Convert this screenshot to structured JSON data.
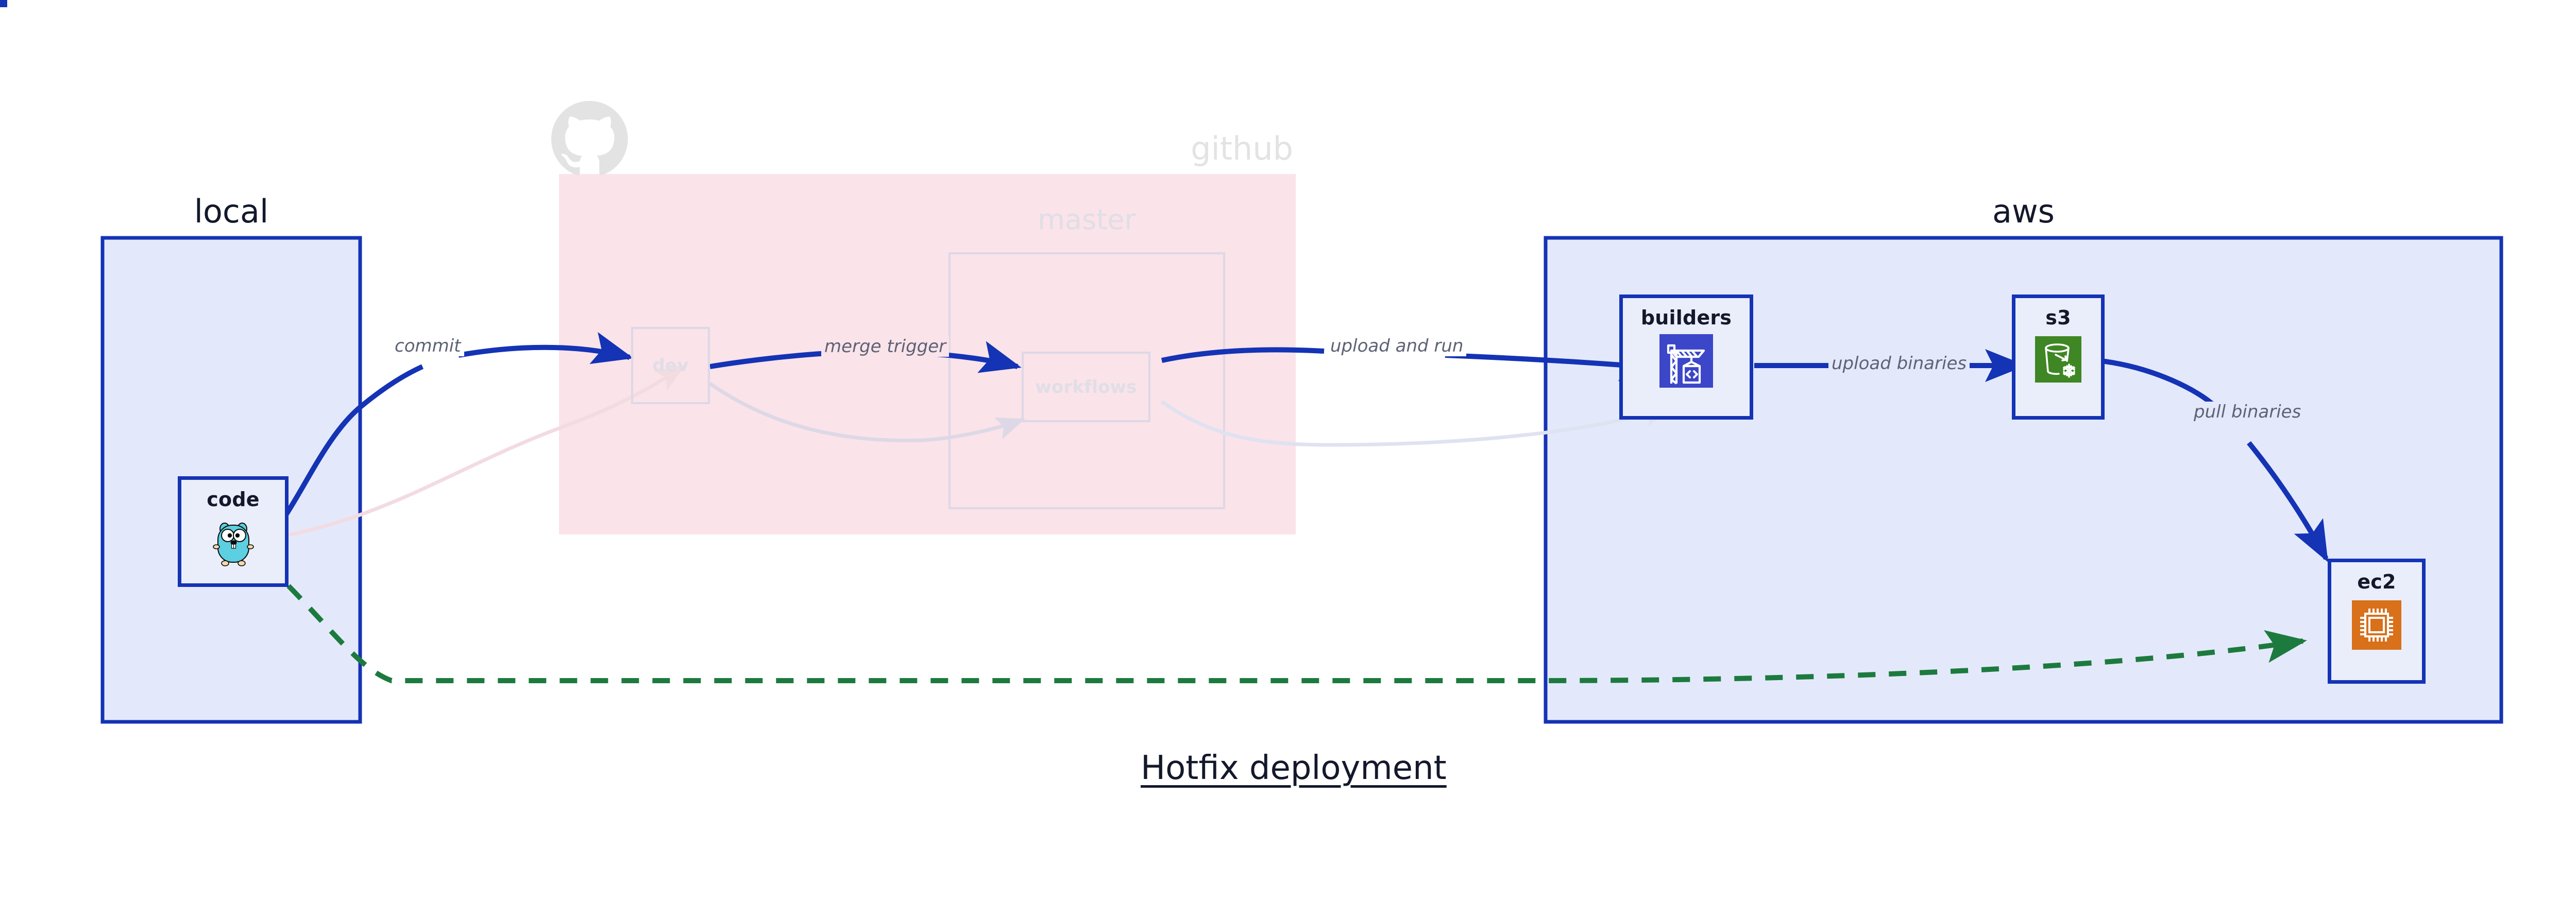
{
  "diagram": {
    "title": "Hotfix deployment",
    "background": "#ffffff",
    "accent_blue": "#1433b5",
    "accent_green": "#1d7a3e",
    "cluster_blue_fill": "#e3e9fb",
    "cluster_pink_fill": "#fae3e9",
    "label_grey": "#5d6275",
    "faded_grey": "#e3e3e3"
  },
  "clusters": [
    {
      "id": "local",
      "label": "local",
      "state": "active",
      "fill": "#e3e9fb",
      "stroke": "#1433b5"
    },
    {
      "id": "github",
      "label": "github",
      "state": "faded",
      "fill": "#fae3e9",
      "stroke": "none",
      "logo_icon": "github-octocat-icon",
      "sub_clusters": [
        {
          "id": "master",
          "label": "master",
          "state": "faded",
          "stroke": "#ddd8e6"
        }
      ]
    },
    {
      "id": "aws",
      "label": "aws",
      "state": "active",
      "fill": "#e3e9fb",
      "stroke": "#1433b5"
    }
  ],
  "nodes": [
    {
      "id": "code",
      "label": "code",
      "cluster": "local",
      "state": "active",
      "icon": "go-gopher-icon",
      "icon_color": "#5ccfe0"
    },
    {
      "id": "dev",
      "label": "dev",
      "cluster": "github",
      "state": "faded",
      "icon": "none"
    },
    {
      "id": "workflows",
      "label": "workflows",
      "cluster": "master",
      "state": "faded",
      "icon": "none"
    },
    {
      "id": "builders",
      "label": "builders",
      "cluster": "aws",
      "state": "active",
      "icon": "crane-builder-icon",
      "icon_color": "#3c46c8"
    },
    {
      "id": "s3",
      "label": "s3",
      "cluster": "aws",
      "state": "active",
      "icon": "s3-glacier-bucket-icon",
      "icon_color": "#3f8624"
    },
    {
      "id": "ec2",
      "label": "ec2",
      "cluster": "aws",
      "state": "active",
      "icon": "ec2-cpu-chip-icon",
      "icon_color": "#d9701a"
    }
  ],
  "edges": [
    {
      "id": "commit",
      "from": "code",
      "to": "dev",
      "label": "commit",
      "style": "solid",
      "color": "#1433b5",
      "state": "active"
    },
    {
      "id": "merge-trigger",
      "from": "dev",
      "to": "workflows",
      "label": "merge trigger",
      "style": "solid",
      "color": "#1433b5",
      "state": "active"
    },
    {
      "id": "upload-and-run",
      "from": "workflows",
      "to": "builders",
      "label": "upload and run",
      "style": "solid",
      "color": "#1433b5",
      "state": "active"
    },
    {
      "id": "upload-binaries",
      "from": "builders",
      "to": "s3",
      "label": "upload binaries",
      "style": "solid",
      "color": "#1433b5",
      "state": "active"
    },
    {
      "id": "pull-binaries",
      "from": "s3",
      "to": "ec2",
      "label": "pull binaries",
      "style": "solid",
      "color": "#1433b5",
      "state": "active"
    },
    {
      "id": "hotfix-direct",
      "from": "code",
      "to": "ec2",
      "label": "",
      "style": "dashed",
      "color": "#1d7a3e",
      "state": "active"
    },
    {
      "id": "ghost-code-dev",
      "from": "code",
      "to": "dev",
      "label": "",
      "style": "solid",
      "color": "#f3dbe2",
      "state": "faded"
    },
    {
      "id": "ghost-dev-workflows",
      "from": "dev",
      "to": "workflows",
      "label": "",
      "style": "solid",
      "color": "#ddd8e6",
      "state": "faded"
    },
    {
      "id": "ghost-workflows-build",
      "from": "workflows",
      "to": "builders",
      "label": "",
      "style": "solid",
      "color": "#dfe2f0",
      "state": "faded"
    }
  ]
}
